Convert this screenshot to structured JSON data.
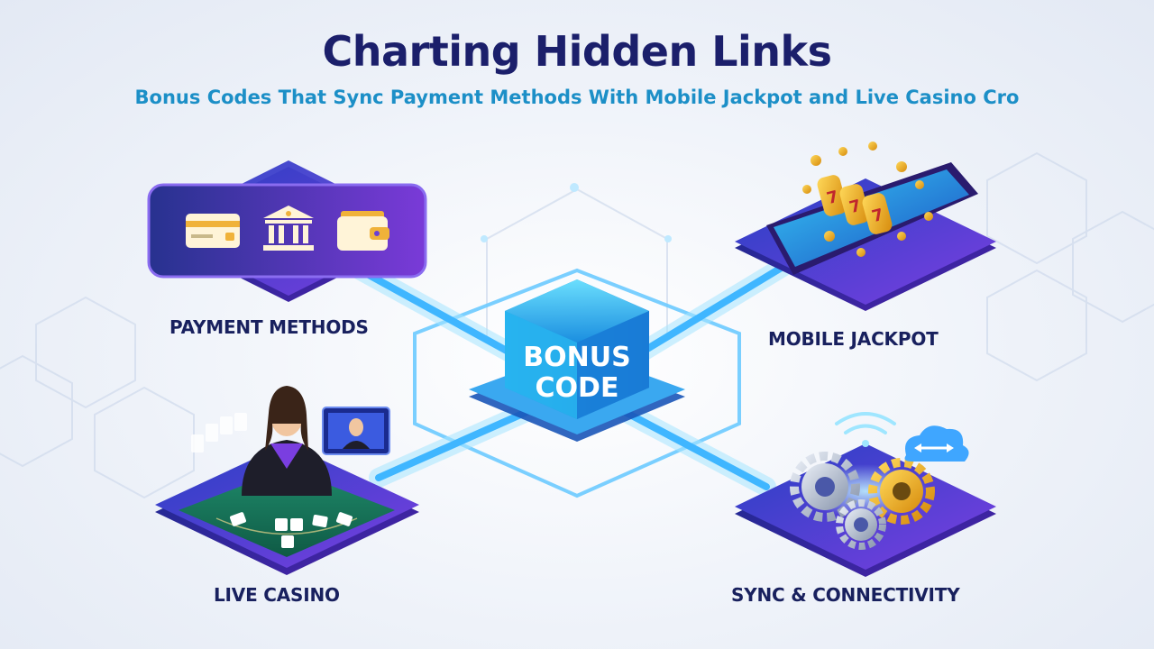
{
  "header": {
    "title": "Charting Hidden Links",
    "subtitle": "Bonus Codes That Sync Payment Methods With Mobile Jackpot and Live Casino Cro"
  },
  "hub": {
    "line1": "BONUS",
    "line2": "CODE"
  },
  "nodes": {
    "payment": {
      "label": "PAYMENT METHODS",
      "icons": [
        "credit-card-icon",
        "bank-icon",
        "wallet-icon"
      ]
    },
    "jackpot": {
      "label": "MOBILE JACKPOT",
      "icons": [
        "smartphone-icon",
        "slot-reel-icon",
        "coin-icon"
      ],
      "reel_text": "777"
    },
    "casino": {
      "label": "LIVE CASINO",
      "icons": [
        "dealer-icon",
        "card-table-icon",
        "video-feed-icon"
      ]
    },
    "sync": {
      "label": "SYNC & CONNECTIVITY",
      "icons": [
        "wifi-icon",
        "gear-icon",
        "cloud-sync-icon"
      ]
    }
  },
  "colors": {
    "title": "#1b1f6b",
    "subtitle": "#1c8fc7",
    "label": "#18205e",
    "platform_purple": "#6a3fd6",
    "platform_blue": "#2b47c9",
    "connector_cyan": "#3fb6ff",
    "hub_cyan": "#34c8f0",
    "gold": "#f5b21a"
  }
}
